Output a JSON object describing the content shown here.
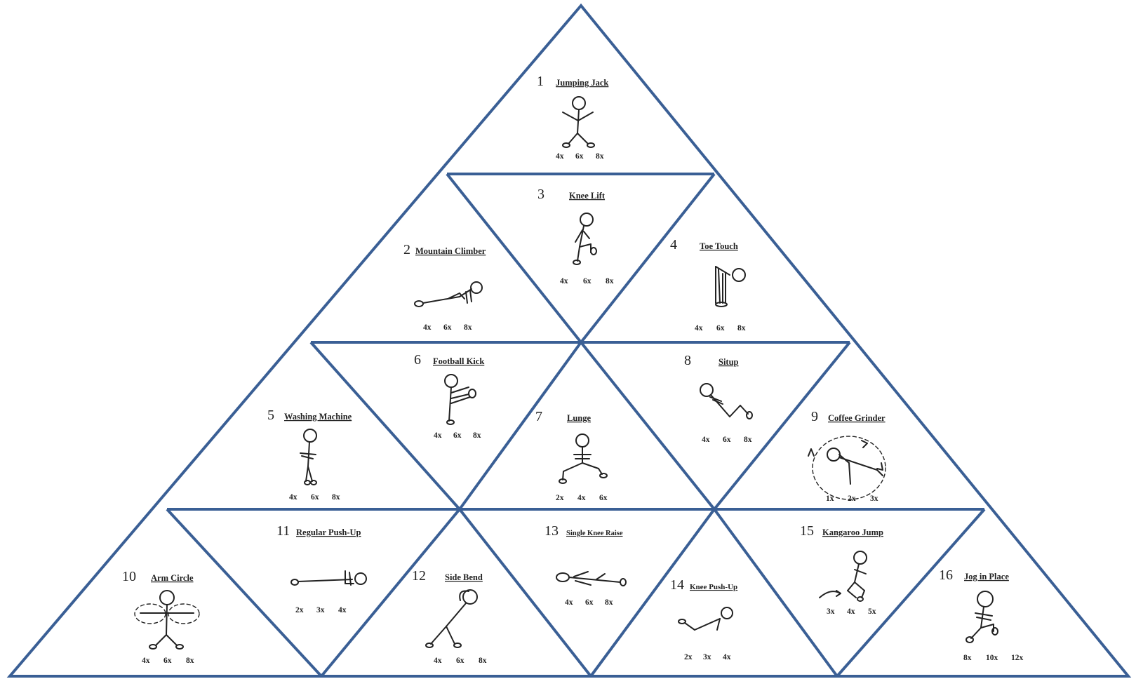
{
  "exercises": [
    {
      "number": "1",
      "name": "Jumping Jack",
      "reps": [
        "4x",
        "6x",
        "8x"
      ]
    },
    {
      "number": "2",
      "name": "Mountain Climber",
      "reps": [
        "4x",
        "6x",
        "8x"
      ]
    },
    {
      "number": "3",
      "name": "Knee Lift",
      "reps": [
        "4x",
        "6x",
        "8x"
      ]
    },
    {
      "number": "4",
      "name": "Toe Touch",
      "reps": [
        "4x",
        "6x",
        "8x"
      ]
    },
    {
      "number": "5",
      "name": "Washing Machine",
      "reps": [
        "4x",
        "6x",
        "8x"
      ]
    },
    {
      "number": "6",
      "name": "Football Kick",
      "reps": [
        "4x",
        "6x",
        "8x"
      ]
    },
    {
      "number": "7",
      "name": "Lunge",
      "reps": [
        "2x",
        "4x",
        "6x"
      ]
    },
    {
      "number": "8",
      "name": "Situp",
      "reps": [
        "4x",
        "6x",
        "8x"
      ]
    },
    {
      "number": "9",
      "name": "Coffee Grinder",
      "reps": [
        "1x",
        "2x",
        "3x"
      ]
    },
    {
      "number": "10",
      "name": "Arm Circle",
      "reps": [
        "4x",
        "6x",
        "8x"
      ]
    },
    {
      "number": "11",
      "name": "Regular Push-Up",
      "reps": [
        "2x",
        "3x",
        "4x"
      ]
    },
    {
      "number": "12",
      "name": "Side Bend",
      "reps": [
        "4x",
        "6x",
        "8x"
      ]
    },
    {
      "number": "13",
      "name": "Single Knee Raise",
      "reps": [
        "4x",
        "6x",
        "8x"
      ]
    },
    {
      "number": "14",
      "name": "Knee Push-Up",
      "reps": [
        "2x",
        "3x",
        "4x"
      ]
    },
    {
      "number": "15",
      "name": "Kangaroo Jump",
      "reps": [
        "3x",
        "4x",
        "5x"
      ]
    },
    {
      "number": "16",
      "name": "Jog in Place",
      "reps": [
        "8x",
        "10x",
        "12x"
      ]
    }
  ],
  "colors": {
    "border": "#3a5f95",
    "text": "#222222",
    "background": "#ffffff"
  }
}
